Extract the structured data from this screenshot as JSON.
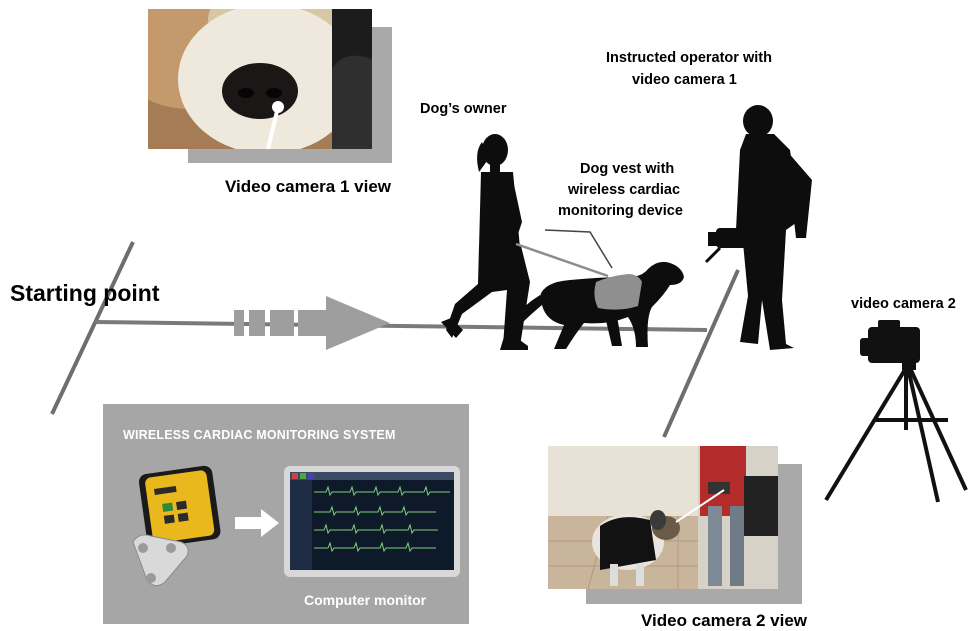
{
  "labels": {
    "video_camera_1_view": "Video camera 1 view",
    "dogs_owner": "Dog’s owner",
    "operator_line1": "Instructed operator with",
    "operator_line2": "video camera 1",
    "vest_line1": "Dog vest with",
    "vest_line2": "wireless cardiac",
    "vest_line3": "monitoring device",
    "starting_point": "Starting point",
    "video_camera_2": "video camera 2",
    "video_camera_2_view": "Video camera 2 view"
  },
  "monitoring_panel": {
    "title": "WIRELESS CARDIAC MONITORING SYSTEM",
    "monitor_caption": "Computer monitor"
  },
  "colors": {
    "silhouette": "#0d0d0d",
    "panel_bg": "#a6a6a6",
    "arrow": "#9e9e9e",
    "device_yellow": "#e8b81c",
    "monitor_bg": "#0e1a2a",
    "trace_green": "#7dd07a"
  }
}
